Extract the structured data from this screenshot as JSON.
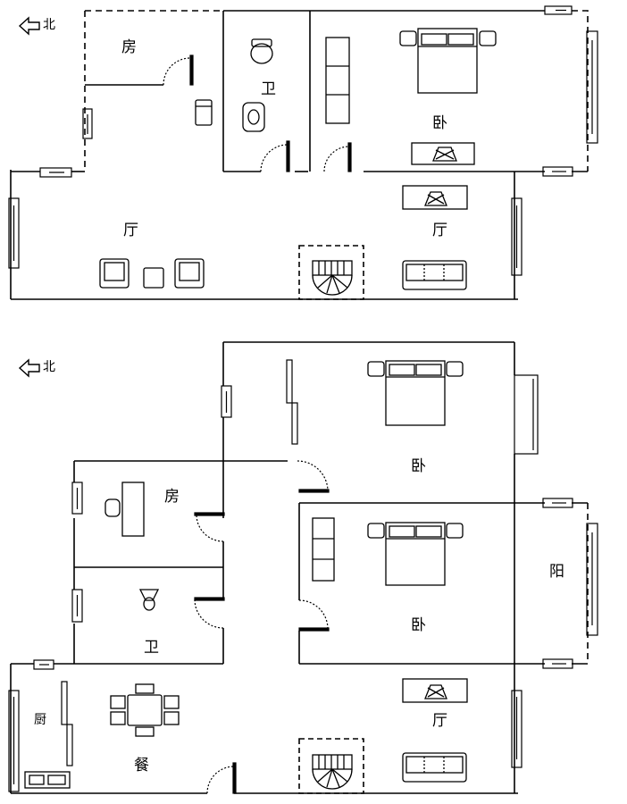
{
  "upper_floor": {
    "north_label": "北",
    "rooms": {
      "room": "房",
      "bath": "卫",
      "bedroom": "卧",
      "living_left": "厅",
      "living_right": "厅"
    }
  },
  "lower_floor": {
    "north_label": "北",
    "rooms": {
      "bedroom_top": "卧",
      "room": "房",
      "bath": "卫",
      "bedroom_mid": "卧",
      "balcony": "阳",
      "kitchen": "厨",
      "dining": "餐",
      "living": "厅"
    }
  },
  "colors": {
    "line": "#000000",
    "background": "#ffffff"
  }
}
